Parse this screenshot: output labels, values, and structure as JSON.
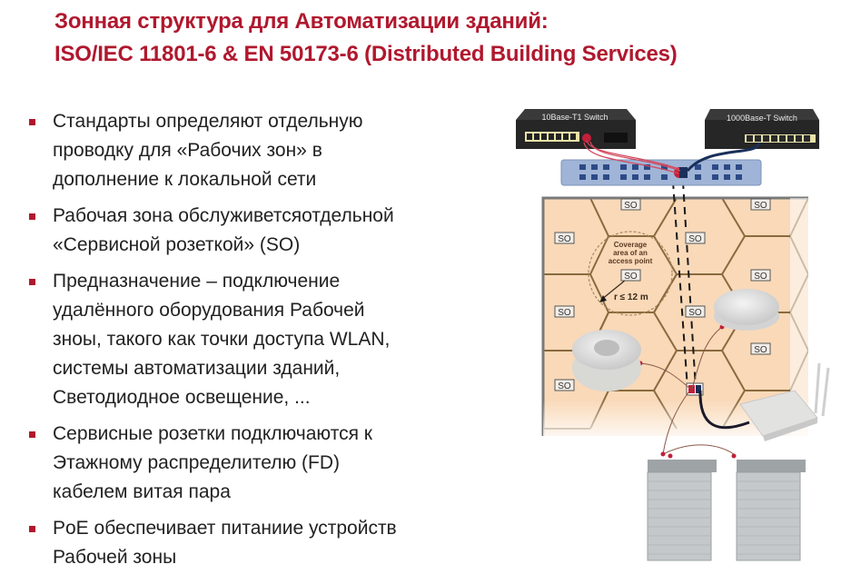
{
  "slide": {
    "title_lines": [
      "Зонная структура для Автоматизации зданий:",
      "ISO/IEC 11801-6 & EN 50173-6 (Distributed Building Services)"
    ],
    "bullets": [
      {
        "lines": [
          "Стандарты определяют отдельную",
          "проводку для «Рабочих зон» в",
          "дополнение к локальной сети"
        ]
      },
      {
        "lines": [
          "Рабочая зона обслуживетсяотдельной",
          "«Сервисной розеткой» (SO)"
        ]
      },
      {
        "lines": [
          "Предназначение – подключение",
          "удалённого оборудования Рабочей",
          "зноы, такого как точки доступа WLAN,",
          "системы автоматизации зданий,",
          "Светодиодное освещение, ..."
        ]
      },
      {
        "lines": [
          "Сервисные розетки подключаются к",
          "Этажному распределителю (FD)",
          "кабелем витая пара"
        ]
      },
      {
        "lines": [
          "PoE обеспечивает питаниие устройств",
          "Рабочей зоны"
        ]
      }
    ]
  },
  "diagram": {
    "switch_left_label": "10Base-T1 Switch",
    "switch_right_label": "1000Base-T Switch",
    "outlet_label": "SO",
    "coverage_lines": [
      "Coverage",
      "area of an",
      "access point"
    ],
    "radius_label": "r ≤ 12 m",
    "colors": {
      "accent": "#b0182e",
      "zone_fill": "#f9d9b8",
      "zone_line": "#8a6a3e",
      "floor_border": "#7a7a7a",
      "switch_body": "#2b2b2b",
      "patch_panel": "#9fb4d6",
      "cable_red": "#c0203a",
      "cable_blue": "#1a2f5a"
    }
  }
}
